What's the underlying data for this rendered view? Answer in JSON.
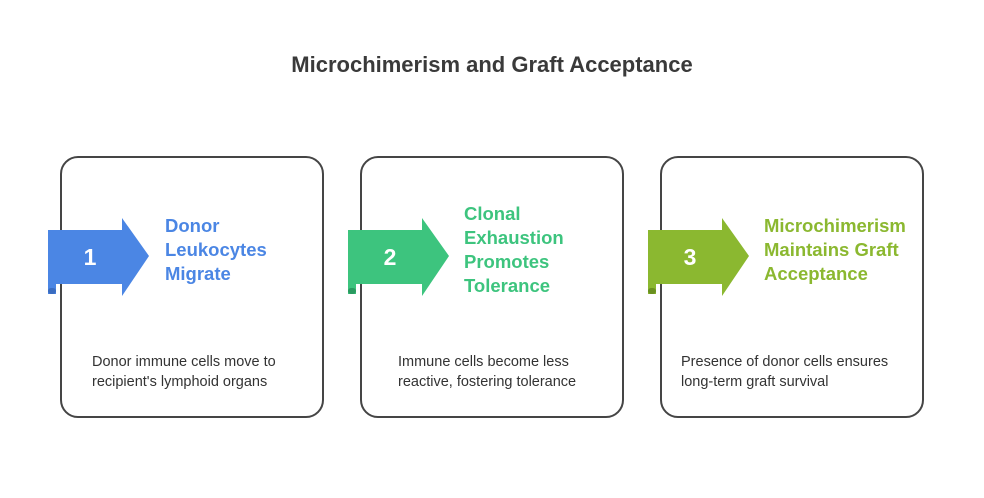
{
  "title": "Microchimerism and Graft Acceptance",
  "steps": [
    {
      "number": "1",
      "heading_lines": [
        "Donor",
        "Leukocytes",
        "Migrate"
      ],
      "description_lines": [
        "Donor immune cells move to",
        "recipient's lymphoid organs"
      ],
      "color": "#4B86E4"
    },
    {
      "number": "2",
      "heading_lines": [
        "Clonal",
        "Exhaustion",
        "Promotes",
        "Tolerance"
      ],
      "description_lines": [
        "Immune cells become less",
        "reactive, fostering tolerance"
      ],
      "color": "#3DC47E"
    },
    {
      "number": "3",
      "heading_lines": [
        "Microchimerism",
        "Maintains Graft",
        "Acceptance"
      ],
      "description_lines": [
        "Presence of donor cells ensures",
        "long-term graft survival"
      ],
      "color": "#8BB830"
    }
  ]
}
